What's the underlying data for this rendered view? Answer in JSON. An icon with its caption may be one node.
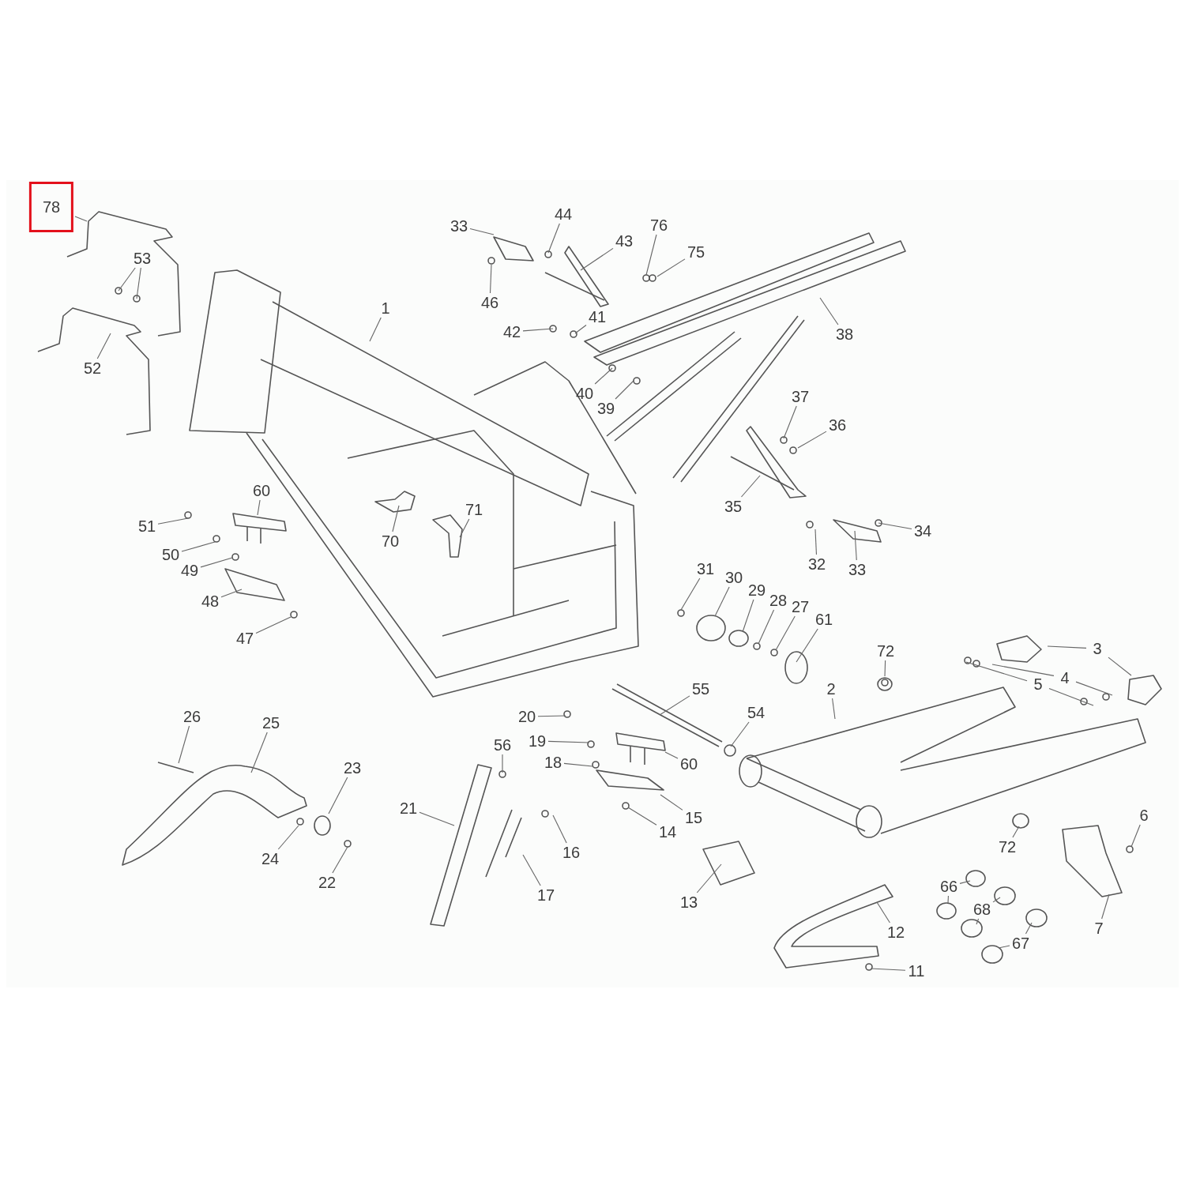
{
  "diagram": {
    "nodes": [
      {
        "text": [
          "78"
        ]
      },
      {
        "text": [
          "53"
        ]
      },
      {
        "text": [
          "52"
        ]
      },
      {
        "text": [
          "33"
        ]
      },
      {
        "text": [
          "44"
        ]
      },
      {
        "text": [
          "46"
        ]
      },
      {
        "text": [
          "43"
        ]
      },
      {
        "text": [
          "76"
        ]
      },
      {
        "text": [
          "75"
        ]
      },
      {
        "text": [
          "1"
        ]
      },
      {
        "text": [
          "42"
        ]
      },
      {
        "text": [
          "41"
        ]
      },
      {
        "text": [
          "38"
        ]
      },
      {
        "text": [
          "40"
        ]
      },
      {
        "text": [
          "39"
        ]
      },
      {
        "text": [
          "37"
        ]
      },
      {
        "text": [
          "36"
        ]
      },
      {
        "text": [
          "35"
        ]
      },
      {
        "text": [
          "60"
        ]
      },
      {
        "text": [
          "71"
        ]
      },
      {
        "text": [
          "70"
        ]
      },
      {
        "text": [
          "51"
        ]
      },
      {
        "text": [
          "50"
        ]
      },
      {
        "text": [
          "49"
        ]
      },
      {
        "text": [
          "48"
        ]
      },
      {
        "text": [
          "47"
        ]
      },
      {
        "text": [
          "34"
        ]
      },
      {
        "text": [
          "32"
        ]
      },
      {
        "text": [
          "33"
        ]
      },
      {
        "text": [
          "31"
        ]
      },
      {
        "text": [
          "30"
        ]
      },
      {
        "text": [
          "29"
        ]
      },
      {
        "text": [
          "28"
        ]
      },
      {
        "text": [
          "27"
        ]
      },
      {
        "text": [
          "61"
        ]
      },
      {
        "text": [
          "72"
        ]
      },
      {
        "text": [
          "3"
        ]
      },
      {
        "text": [
          "4"
        ]
      },
      {
        "text": [
          "5"
        ]
      },
      {
        "text": [
          "2"
        ]
      },
      {
        "text": [
          "55"
        ]
      },
      {
        "text": [
          "54"
        ]
      },
      {
        "text": [
          "26"
        ]
      },
      {
        "text": [
          "25"
        ]
      },
      {
        "text": [
          "20"
        ]
      },
      {
        "text": [
          "19"
        ]
      },
      {
        "text": [
          "18"
        ]
      },
      {
        "text": [
          "56"
        ]
      },
      {
        "text": [
          "60"
        ]
      },
      {
        "text": [
          "23"
        ]
      },
      {
        "text": [
          "24"
        ]
      },
      {
        "text": [
          "22"
        ]
      },
      {
        "text": [
          "21"
        ]
      },
      {
        "text": [
          "16"
        ]
      },
      {
        "text": [
          "15"
        ]
      },
      {
        "text": [
          "14"
        ]
      },
      {
        "text": [
          "17"
        ]
      },
      {
        "text": [
          "13"
        ]
      },
      {
        "text": [
          "72"
        ]
      },
      {
        "text": [
          "6"
        ]
      },
      {
        "text": [
          "7"
        ]
      },
      {
        "text": [
          "66"
        ]
      },
      {
        "text": [
          "68"
        ]
      },
      {
        "text": [
          "67"
        ]
      },
      {
        "text": [
          "12"
        ]
      },
      {
        "text": [
          "11"
        ]
      }
    ],
    "edges": [
      {
        "from": 0,
        "to": null,
        "arrow": "none"
      },
      {
        "from": 1,
        "to": null,
        "arrow": "none"
      },
      {
        "from": 1,
        "to": null,
        "arrow": "none"
      },
      {
        "from": 2,
        "to": null,
        "arrow": "none"
      },
      {
        "from": 3,
        "to": null,
        "arrow": "none"
      },
      {
        "from": 4,
        "to": null,
        "arrow": "none"
      },
      {
        "from": 5,
        "to": null,
        "arrow": "none"
      },
      {
        "from": 6,
        "to": null,
        "arrow": "none"
      },
      {
        "from": 7,
        "to": null,
        "arrow": "none"
      },
      {
        "from": 8,
        "to": null,
        "arrow": "none"
      },
      {
        "from": 9,
        "to": null,
        "arrow": "none"
      },
      {
        "from": 10,
        "to": null,
        "arrow": "none"
      },
      {
        "from": 11,
        "to": null,
        "arrow": "none"
      },
      {
        "from": 12,
        "to": null,
        "arrow": "none"
      },
      {
        "from": 13,
        "to": null,
        "arrow": "none"
      },
      {
        "from": 14,
        "to": null,
        "arrow": "none"
      },
      {
        "from": 15,
        "to": null,
        "arrow": "none"
      },
      {
        "from": 16,
        "to": null,
        "arrow": "none"
      },
      {
        "from": 17,
        "to": null,
        "arrow": "none"
      },
      {
        "from": 18,
        "to": null,
        "arrow": "none"
      },
      {
        "from": 19,
        "to": null,
        "arrow": "none"
      },
      {
        "from": 20,
        "to": null,
        "arrow": "none"
      },
      {
        "from": 21,
        "to": null,
        "arrow": "none"
      },
      {
        "from": 22,
        "to": null,
        "arrow": "none"
      },
      {
        "from": 23,
        "to": null,
        "arrow": "none"
      },
      {
        "from": 24,
        "to": null,
        "arrow": "none"
      },
      {
        "from": 25,
        "to": null,
        "arrow": "none"
      },
      {
        "from": 26,
        "to": null,
        "arrow": "none"
      },
      {
        "from": 27,
        "to": null,
        "arrow": "none"
      },
      {
        "from": 28,
        "to": null,
        "arrow": "none"
      },
      {
        "from": 29,
        "to": null,
        "arrow": "none"
      },
      {
        "from": 30,
        "to": null,
        "arrow": "none"
      },
      {
        "from": 31,
        "to": null,
        "arrow": "none"
      },
      {
        "from": 32,
        "to": null,
        "arrow": "none"
      },
      {
        "from": 33,
        "to": null,
        "arrow": "none"
      },
      {
        "from": 34,
        "to": null,
        "arrow": "none"
      },
      {
        "from": 35,
        "to": null,
        "arrow": "none"
      },
      {
        "from": 36,
        "to": null,
        "arrow": "none"
      },
      {
        "from": 36,
        "to": null,
        "arrow": "none"
      },
      {
        "from": 37,
        "to": null,
        "arrow": "none"
      },
      {
        "from": 37,
        "to": null,
        "arrow": "none"
      },
      {
        "from": 38,
        "to": null,
        "arrow": "none"
      },
      {
        "from": 38,
        "to": null,
        "arrow": "none"
      },
      {
        "from": 39,
        "to": null,
        "arrow": "none"
      },
      {
        "from": 40,
        "to": null,
        "arrow": "none"
      },
      {
        "from": 41,
        "to": null,
        "arrow": "none"
      },
      {
        "from": 42,
        "to": null,
        "arrow": "none"
      },
      {
        "from": 43,
        "to": null,
        "arrow": "none"
      },
      {
        "from": 44,
        "to": null,
        "arrow": "none"
      },
      {
        "from": 45,
        "to": null,
        "arrow": "none"
      },
      {
        "from": 46,
        "to": null,
        "arrow": "none"
      },
      {
        "from": 47,
        "to": null,
        "arrow": "none"
      },
      {
        "from": 48,
        "to": null,
        "arrow": "none"
      },
      {
        "from": 49,
        "to": null,
        "arrow": "none"
      },
      {
        "from": 50,
        "to": null,
        "arrow": "none"
      },
      {
        "from": 51,
        "to": null,
        "arrow": "none"
      },
      {
        "from": 52,
        "to": null,
        "arrow": "none"
      },
      {
        "from": 53,
        "to": null,
        "arrow": "none"
      },
      {
        "from": 54,
        "to": null,
        "arrow": "none"
      },
      {
        "from": 55,
        "to": null,
        "arrow": "none"
      },
      {
        "from": 56,
        "to": null,
        "arrow": "none"
      },
      {
        "from": 57,
        "to": null,
        "arrow": "none"
      },
      {
        "from": 58,
        "to": null,
        "arrow": "none"
      },
      {
        "from": 59,
        "to": null,
        "arrow": "none"
      },
      {
        "from": 60,
        "to": null,
        "arrow": "none"
      },
      {
        "from": 61,
        "to": null,
        "arrow": "none"
      },
      {
        "from": 61,
        "to": null,
        "arrow": "none"
      },
      {
        "from": 62,
        "to": null,
        "arrow": "none"
      },
      {
        "from": 62,
        "to": null,
        "arrow": "none"
      },
      {
        "from": 63,
        "to": null,
        "arrow": "none"
      },
      {
        "from": 63,
        "to": null,
        "arrow": "none"
      },
      {
        "from": 64,
        "to": null,
        "arrow": "none"
      },
      {
        "from": 65,
        "to": null,
        "arrow": "none"
      }
    ]
  }
}
